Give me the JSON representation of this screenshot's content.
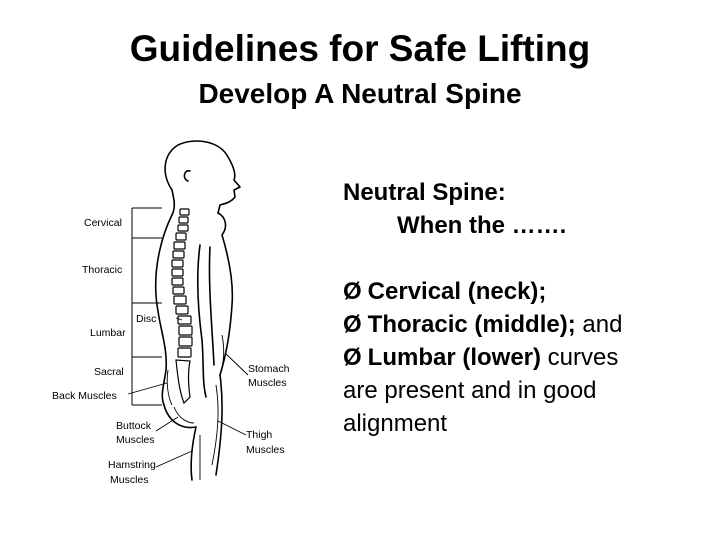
{
  "slide": {
    "title": "Guidelines for Safe Lifting",
    "subtitle": "Develop A Neutral Spine"
  },
  "definition": {
    "heading": "Neutral Spine:",
    "lead": "When the …….",
    "bullet_marker": "Ø",
    "bullets": [
      {
        "bold": "Cervical (neck);",
        "rest": ""
      },
      {
        "bold": "Thoracic (middle);",
        "rest": " and"
      },
      {
        "bold": "Lumbar (lower)",
        "rest": " curves"
      }
    ],
    "tail": "are present and in good alignment"
  },
  "figure": {
    "labels": {
      "cervical": "Cervical",
      "thoracic": "Thoracic",
      "disc": "Disc",
      "lumbar": "Lumbar",
      "sacral": "Sacral",
      "back_muscles": "Back Muscles",
      "buttock_1": "Buttock",
      "buttock_2": "Muscles",
      "hamstring_1": "Hamstring",
      "hamstring_2": "Muscles",
      "stomach_1": "Stomach",
      "stomach_2": "Muscles",
      "thigh_1": "Thigh",
      "thigh_2": "Muscles"
    }
  }
}
